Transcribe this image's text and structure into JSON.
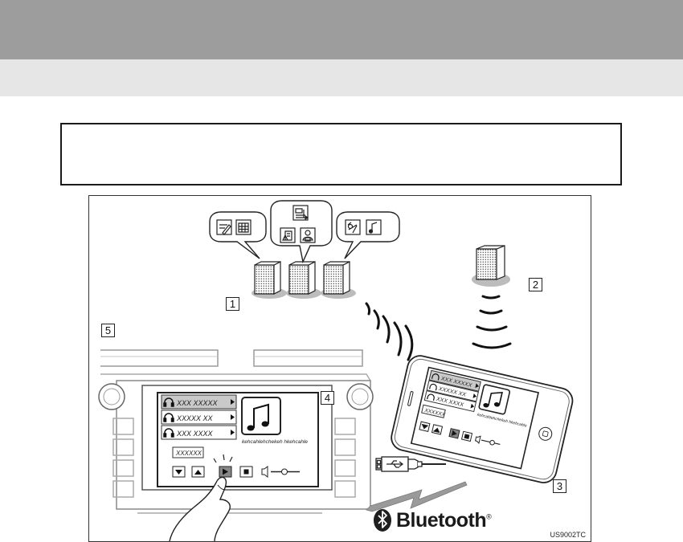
{
  "figure": {
    "callouts": [
      "1",
      "2",
      "3",
      "4",
      "5"
    ],
    "bluetooth": {
      "word": "Bluetooth",
      "mark": "®"
    },
    "code": "US9002TC",
    "head_unit": {
      "tracks": [
        "XXX XXXXX",
        "XXXXX XX",
        "XXX XXXX"
      ],
      "field": "XXXXXX",
      "caption": "kehcahlehchekeh hkehcahle"
    },
    "phone": {
      "tracks": [
        "XXX XXXXX",
        "XXXXX XX",
        "XXX XXXX"
      ],
      "field": "XXXXXX",
      "caption": "kehcahlehchekeh hkehcahle"
    },
    "icons": {
      "bubble_1": [
        "memo-icon",
        "calendar-icon"
      ],
      "bubble_2": [
        "news-icon",
        "document-icon",
        "contact-icon"
      ],
      "bubble_3": [
        "weather-icon",
        "music-icon"
      ],
      "cable": "usb-cable-icon",
      "hand": "pointing-hand-icon"
    }
  }
}
